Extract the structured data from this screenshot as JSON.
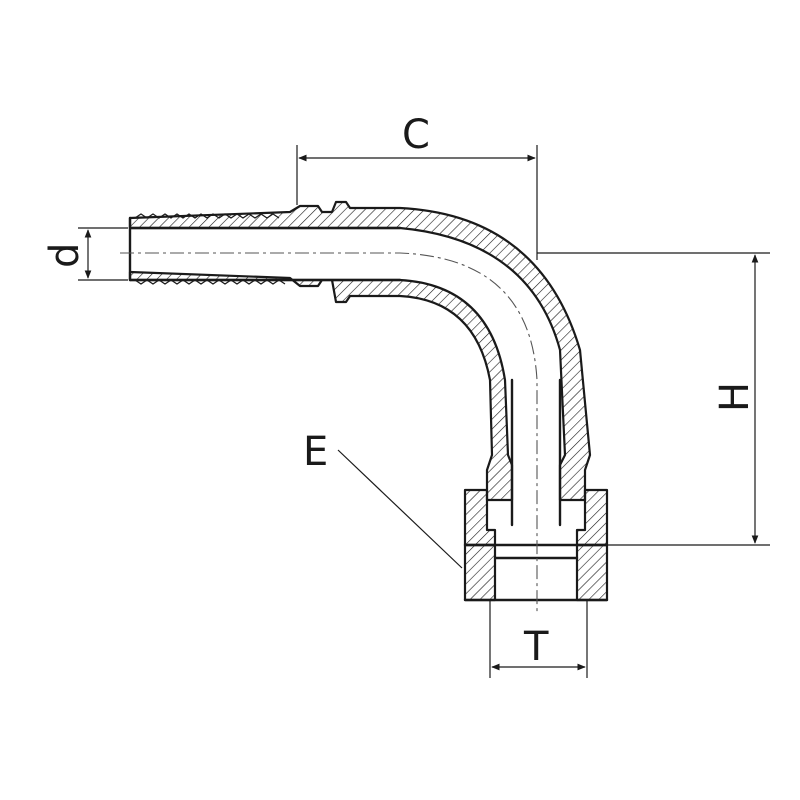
{
  "labels": {
    "C": "C",
    "d": "d",
    "H": "H",
    "E": "E",
    "T": "T"
  }
}
